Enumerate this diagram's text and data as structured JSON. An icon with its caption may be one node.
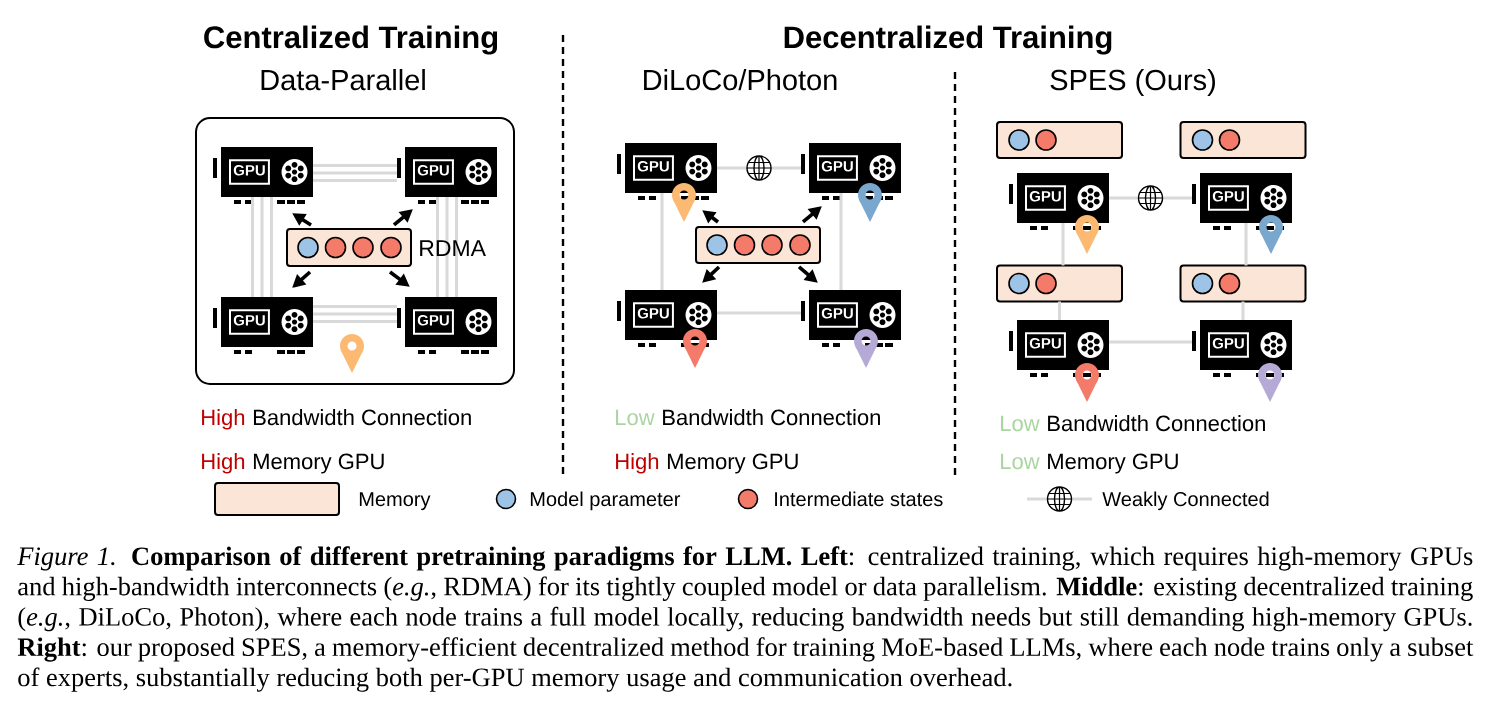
{
  "diagram": {
    "caption": "*Figure 1.* **Comparison of different pretraining paradigms for LLM. Left**: centralized training, which requires high-memory GPUs and high-bandwidth interconnects (*e.g.*, RDMA) for its tightly coupled model or data parallelism. **Middle**: existing decentralized training (*e.g.*, DiLoCo, Photon), where each node trains a full model locally, reducing bandwidth needs but still demanding high-memory GPUs. **Right**: our proposed SPES, a memory-efficient decentralized method for training MoE-based LLMs, where each node trains only a subset of experts, substantially reducing both per-GPU memory usage and communication overhead.",
    "nodes": [
      {
        "text": [],
        "shape": "box"
      },
      {
        "text": [
          "GPU"
        ],
        "in": 0
      },
      {
        "text": [
          "GPU"
        ],
        "in": 0
      },
      {
        "text": [],
        "shape": "box",
        "in": 0
      },
      {
        "text": [
          "GPU"
        ],
        "in": 0
      },
      {
        "text": [
          "GPU"
        ],
        "in": 0
      },
      {
        "text": [
          "GPU"
        ]
      },
      {
        "text": [
          "GPU"
        ]
      },
      {
        "text": [],
        "shape": "box"
      },
      {
        "text": [
          "GPU"
        ]
      },
      {
        "text": [
          "GPU"
        ]
      },
      {
        "text": [],
        "shape": "box"
      },
      {
        "text": [],
        "shape": "box"
      },
      {
        "text": [
          "GPU"
        ]
      },
      {
        "text": [
          "GPU"
        ]
      },
      {
        "text": [],
        "shape": "box"
      },
      {
        "text": [],
        "shape": "box"
      },
      {
        "text": [
          "GPU"
        ]
      },
      {
        "text": [
          "GPU"
        ]
      }
    ],
    "edges": [
      {
        "from": 3,
        "to": 1,
        "arrow": "to",
        "color": "#000000"
      },
      {
        "from": 3,
        "to": 2,
        "arrow": "to",
        "color": "#000000"
      },
      {
        "from": 3,
        "to": 4,
        "arrow": "to",
        "color": "#000000"
      },
      {
        "from": 3,
        "to": 5,
        "arrow": "to",
        "color": "#000000"
      },
      {
        "from": 1,
        "to": 2,
        "arrow": "none"
      },
      {
        "from": 4,
        "to": 5,
        "arrow": "none"
      },
      {
        "from": 1,
        "to": 4,
        "arrow": "none"
      },
      {
        "from": 2,
        "to": 5,
        "arrow": "none"
      },
      {
        "from": 8,
        "to": 6,
        "arrow": "to",
        "color": "#000000"
      },
      {
        "from": 8,
        "to": 7,
        "arrow": "to",
        "color": "#000000"
      },
      {
        "from": 8,
        "to": 9,
        "arrow": "to",
        "color": "#000000"
      },
      {
        "from": 8,
        "to": 10,
        "arrow": "to",
        "color": "#000000"
      },
      {
        "from": 6,
        "to": 7,
        "arrow": "none"
      },
      {
        "from": 9,
        "to": 10,
        "arrow": "none"
      },
      {
        "from": 6,
        "to": 9,
        "arrow": "none"
      },
      {
        "from": 7,
        "to": 10,
        "arrow": "none"
      },
      {
        "from": 13,
        "to": 14,
        "arrow": "none"
      },
      {
        "from": 17,
        "to": 18,
        "arrow": "none"
      },
      {
        "from": 13,
        "to": 15,
        "arrow": "none"
      },
      {
        "from": 15,
        "to": 17,
        "arrow": "none"
      },
      {
        "from": 14,
        "to": 16,
        "arrow": "none"
      },
      {
        "from": 16,
        "to": 18,
        "arrow": "none"
      }
    ],
    "labels": [
      "Centralized Training",
      "Decentralized Training",
      "Data-Parallel",
      "DiLoCo/Photon",
      "SPES (Ours)",
      "RDMA",
      "High",
      "Bandwidth Connection",
      "High",
      "Memory GPU",
      "Low",
      "Bandwidth Connection",
      "High",
      "Memory GPU",
      "Low",
      "Bandwidth Connection",
      "Low",
      "Memory GPU"
    ],
    "legend": [
      {
        "text": "Memory",
        "color": "#fbe5d6"
      },
      {
        "text": "Model parameter",
        "color": "#9dc3e6"
      },
      {
        "text": "Intermediate states",
        "color": "#f47a6a"
      },
      {
        "text": "Weakly Connected"
      }
    ]
  }
}
